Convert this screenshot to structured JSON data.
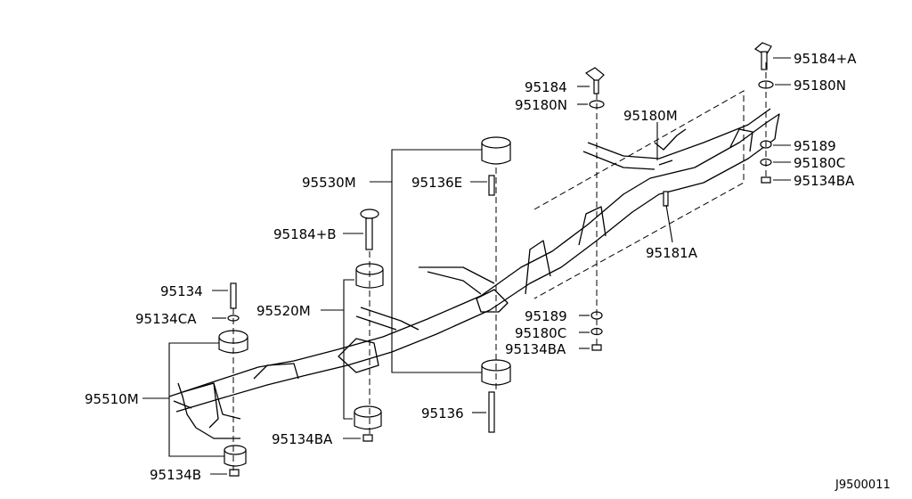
{
  "diagram_code": "J9500011",
  "labels": {
    "p95184A": "95184+A",
    "p95180N_r": "95180N",
    "p95189_r": "95189",
    "p95180C_r": "95180C",
    "p95134BA_r": "95134BA",
    "p95184": "95184",
    "p95180N_m": "95180N",
    "p95180M": "95180M",
    "p95181A": "95181A",
    "p95530M": "95530M",
    "p95136E": "95136E",
    "p95184B": "95184+B",
    "p95134": "95134",
    "p95520M": "95520M",
    "p95134CA": "95134CA",
    "p95189_m": "95189",
    "p95180C_m": "95180C",
    "p95134BA_m": "95134BA",
    "p95510M": "95510M",
    "p95136": "95136",
    "p95134BA_b": "95134BA",
    "p95134B": "95134B"
  }
}
